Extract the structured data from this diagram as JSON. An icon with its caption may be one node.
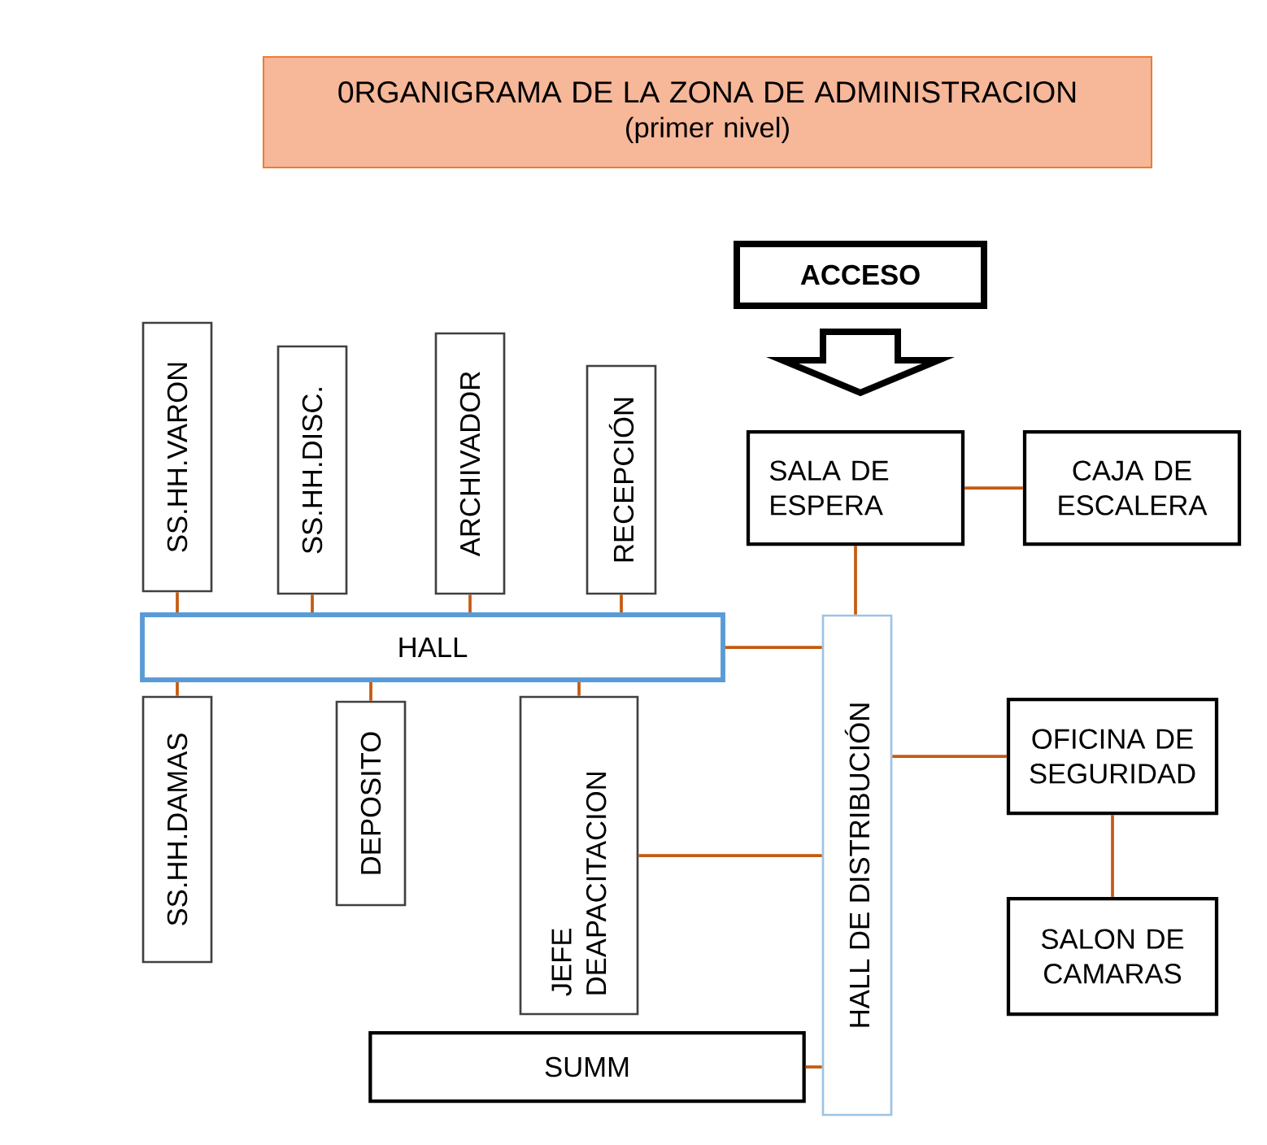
{
  "diagram": {
    "nodes": [
      {
        "text": [
          "0RGANIGRAMA DE LA ZONA DE ADMINISTRACION",
          "(primer nivel)"
        ]
      },
      {
        "text": [
          "ACCESO"
        ]
      },
      {
        "text": [
          "SALA DE ESPERA"
        ]
      },
      {
        "text": [
          "CAJA DE ESCALERA"
        ]
      },
      {
        "text": [
          "SS.HH.VARON"
        ]
      },
      {
        "text": [
          "SS.HH.DISC."
        ]
      },
      {
        "text": [
          "ARCHIVADOR"
        ]
      },
      {
        "text": [
          "RECEPCIÓN"
        ]
      },
      {
        "text": [
          "HALL"
        ]
      },
      {
        "text": [
          "HALL DE DISTRIBUCIÓN"
        ]
      },
      {
        "text": [
          "OFICINA DE SEGURIDAD"
        ]
      },
      {
        "text": [
          "SS.HH.DAMAS"
        ]
      },
      {
        "text": [
          "DEPOSITO"
        ]
      },
      {
        "text": [
          "JEFE DEAPACITACION"
        ]
      },
      {
        "text": [
          "SALON DE CAMARAS"
        ]
      },
      {
        "text": [
          "SUMM"
        ]
      }
    ],
    "edges": [
      {
        "from": 1,
        "to": 2,
        "arrow": "to",
        "style": "thick",
        "color": "#000000"
      },
      {
        "from": 2,
        "to": 3,
        "arrow": "none"
      },
      {
        "from": 2,
        "to": 9,
        "arrow": "none"
      },
      {
        "from": 4,
        "to": 8,
        "arrow": "none"
      },
      {
        "from": 5,
        "to": 8,
        "arrow": "none"
      },
      {
        "from": 6,
        "to": 8,
        "arrow": "none"
      },
      {
        "from": 7,
        "to": 8,
        "arrow": "none"
      },
      {
        "from": 8,
        "to": 9,
        "arrow": "none"
      },
      {
        "from": 8,
        "to": 11,
        "arrow": "none"
      },
      {
        "from": 8,
        "to": 12,
        "arrow": "none"
      },
      {
        "from": 8,
        "to": 13,
        "arrow": "none"
      },
      {
        "from": 13,
        "to": 9,
        "arrow": "none"
      },
      {
        "from": 9,
        "to": 10,
        "arrow": "none"
      },
      {
        "from": 10,
        "to": 14,
        "arrow": "none"
      },
      {
        "from": 15,
        "to": 9,
        "arrow": "none"
      }
    ]
  }
}
